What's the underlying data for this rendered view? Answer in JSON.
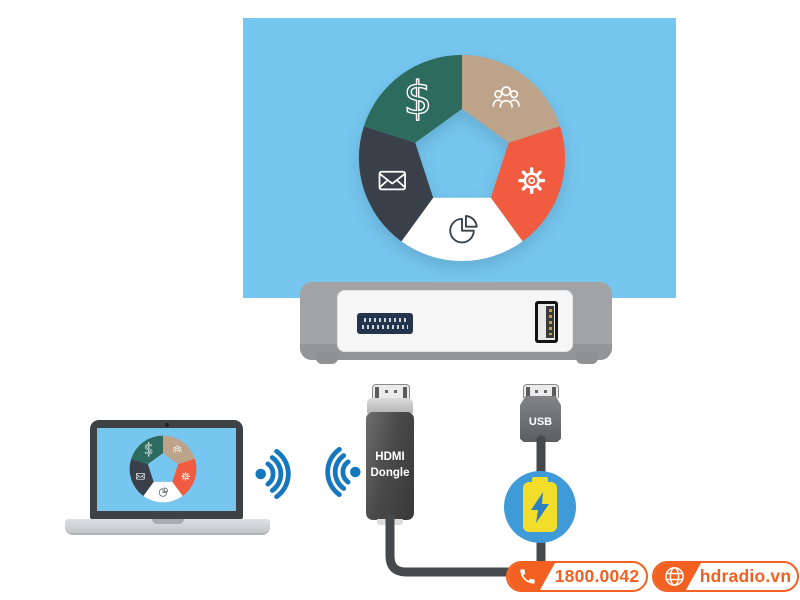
{
  "colors": {
    "screen_blue": "#76C6EF",
    "accent_orange": "#F26122",
    "wifi_blue": "#1577BE",
    "battery_circle_blue": "#3E9BD8",
    "battery_yellow": "#F2DE2A",
    "cable_gray": "#46494C",
    "projector_gray": "#A1A3A5"
  },
  "wheel": {
    "segments": [
      {
        "icon": "dollar-icon",
        "color": "#2E6B5F",
        "glyph": "$"
      },
      {
        "icon": "people-icon",
        "color": "#BCA389"
      },
      {
        "icon": "gear-icon",
        "color": "#F15B40"
      },
      {
        "icon": "pie-chart-icon",
        "color": "#FFFFFF"
      },
      {
        "icon": "envelope-icon",
        "color": "#394049"
      }
    ]
  },
  "devices": {
    "hdmi_dongle": {
      "line1": "HDMI",
      "line2": "Dongle"
    },
    "usb_cable": {
      "label": "USB"
    },
    "battery_badge": {
      "icon": "battery-charging-icon"
    }
  },
  "footer": {
    "hotline": {
      "icon": "phone-icon",
      "label": "1800.0042"
    },
    "website": {
      "icon": "globe-icon",
      "label": "hdradio.vn"
    }
  }
}
